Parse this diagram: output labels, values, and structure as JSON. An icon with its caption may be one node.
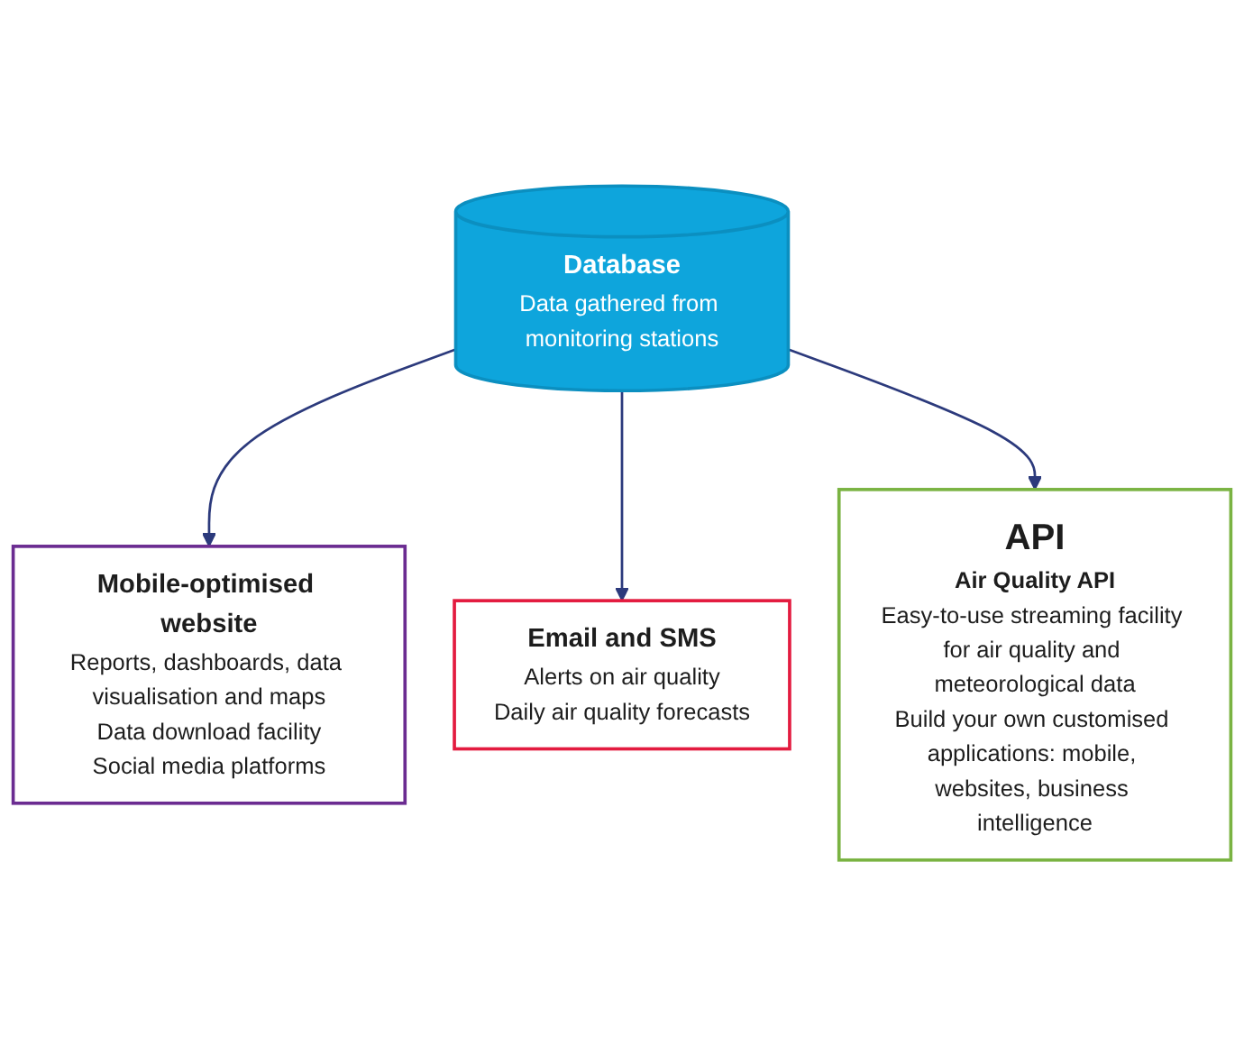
{
  "diagram": {
    "nodes": [
      {
        "text": [
          "Database",
          "Data gathered from monitoring stations"
        ]
      },
      {
        "text": [
          "Mobile-optimised website",
          "Reports, dashboards, data visualisation and maps",
          "Data download facility",
          "Social media platforms"
        ]
      },
      {
        "text": [
          "Email and SMS",
          "Alerts on air quality",
          "Daily air quality forecasts"
        ]
      },
      {
        "text": [
          "API",
          "Air Quality API",
          "Easy-to-use streaming facility for air quality and meteorological data",
          "Build your own customised applications: mobile, websites, business intelligence"
        ]
      }
    ],
    "edges": [
      {
        "from": 0,
        "to": 1,
        "arrow": "to"
      },
      {
        "from": 0,
        "to": 2,
        "arrow": "to"
      },
      {
        "from": 0,
        "to": 3,
        "arrow": "to"
      }
    ]
  }
}
